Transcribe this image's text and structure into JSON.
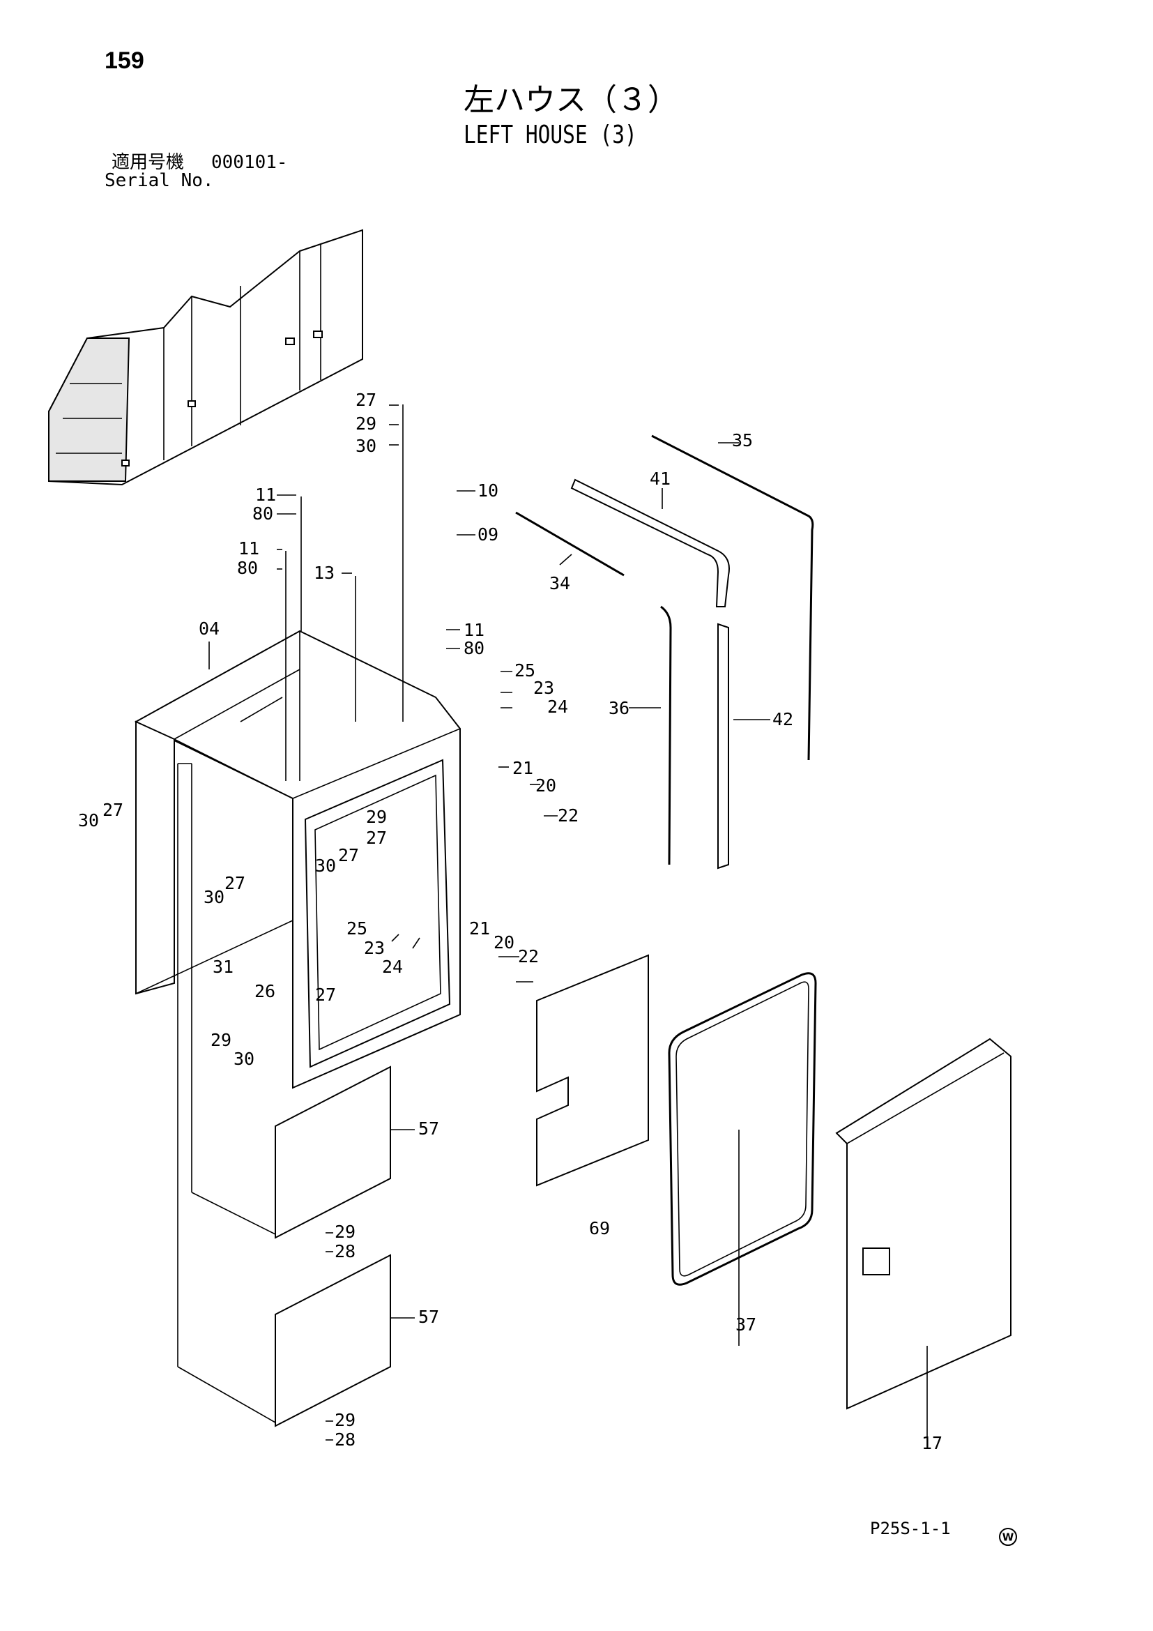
{
  "page_number": "159",
  "title_ja": "左ハウス（３）",
  "title_en": "LEFT HOUSE (3)",
  "serial": {
    "label_ja": "適用号機",
    "value": "000101-",
    "label_en": "Serial No."
  },
  "diagram_code": "P25S-1-1",
  "stamp": "W",
  "callouts": [
    {
      "id": "c-27a",
      "text": "27"
    },
    {
      "id": "c-29a",
      "text": "29"
    },
    {
      "id": "c-30a",
      "text": "30"
    },
    {
      "id": "c-10",
      "text": "10"
    },
    {
      "id": "c-09",
      "text": "09"
    },
    {
      "id": "c-11a",
      "text": "11"
    },
    {
      "id": "c-80a",
      "text": "80"
    },
    {
      "id": "c-11b",
      "text": "11"
    },
    {
      "id": "c-80b",
      "text": "80"
    },
    {
      "id": "c-13",
      "text": "13"
    },
    {
      "id": "c-35",
      "text": "35"
    },
    {
      "id": "c-41",
      "text": "41"
    },
    {
      "id": "c-34",
      "text": "34"
    },
    {
      "id": "c-04",
      "text": "04"
    },
    {
      "id": "c-11c",
      "text": "11"
    },
    {
      "id": "c-80c",
      "text": "80"
    },
    {
      "id": "c-25a",
      "text": "25"
    },
    {
      "id": "c-23a",
      "text": "23"
    },
    {
      "id": "c-24a",
      "text": "24"
    },
    {
      "id": "c-36",
      "text": "36"
    },
    {
      "id": "c-42",
      "text": "42"
    },
    {
      "id": "c-21a",
      "text": "21"
    },
    {
      "id": "c-20a",
      "text": "20"
    },
    {
      "id": "c-22a",
      "text": "22"
    },
    {
      "id": "c-29b",
      "text": "29"
    },
    {
      "id": "c-27b",
      "text": "27"
    },
    {
      "id": "c-30b",
      "text": "30"
    },
    {
      "id": "c-27c",
      "text": "27"
    },
    {
      "id": "c-30c",
      "text": "30"
    },
    {
      "id": "c-27d",
      "text": "27"
    },
    {
      "id": "c-30d",
      "text": "30"
    },
    {
      "id": "c-27e",
      "text": "27"
    },
    {
      "id": "c-25b",
      "text": "25"
    },
    {
      "id": "c-23b",
      "text": "23"
    },
    {
      "id": "c-24b",
      "text": "24"
    },
    {
      "id": "c-21b",
      "text": "21"
    },
    {
      "id": "c-20b",
      "text": "20"
    },
    {
      "id": "c-22b",
      "text": "22"
    },
    {
      "id": "c-31",
      "text": "31"
    },
    {
      "id": "c-26",
      "text": "26"
    },
    {
      "id": "c-27f",
      "text": "27"
    },
    {
      "id": "c-29c",
      "text": "29"
    },
    {
      "id": "c-30e",
      "text": "30"
    },
    {
      "id": "c-57a",
      "text": "57"
    },
    {
      "id": "c-29d",
      "text": "29"
    },
    {
      "id": "c-28a",
      "text": "28"
    },
    {
      "id": "c-69",
      "text": "69"
    },
    {
      "id": "c-37",
      "text": "37"
    },
    {
      "id": "c-57b",
      "text": "57"
    },
    {
      "id": "c-29e",
      "text": "29"
    },
    {
      "id": "c-28b",
      "text": "28"
    },
    {
      "id": "c-17",
      "text": "17"
    }
  ]
}
